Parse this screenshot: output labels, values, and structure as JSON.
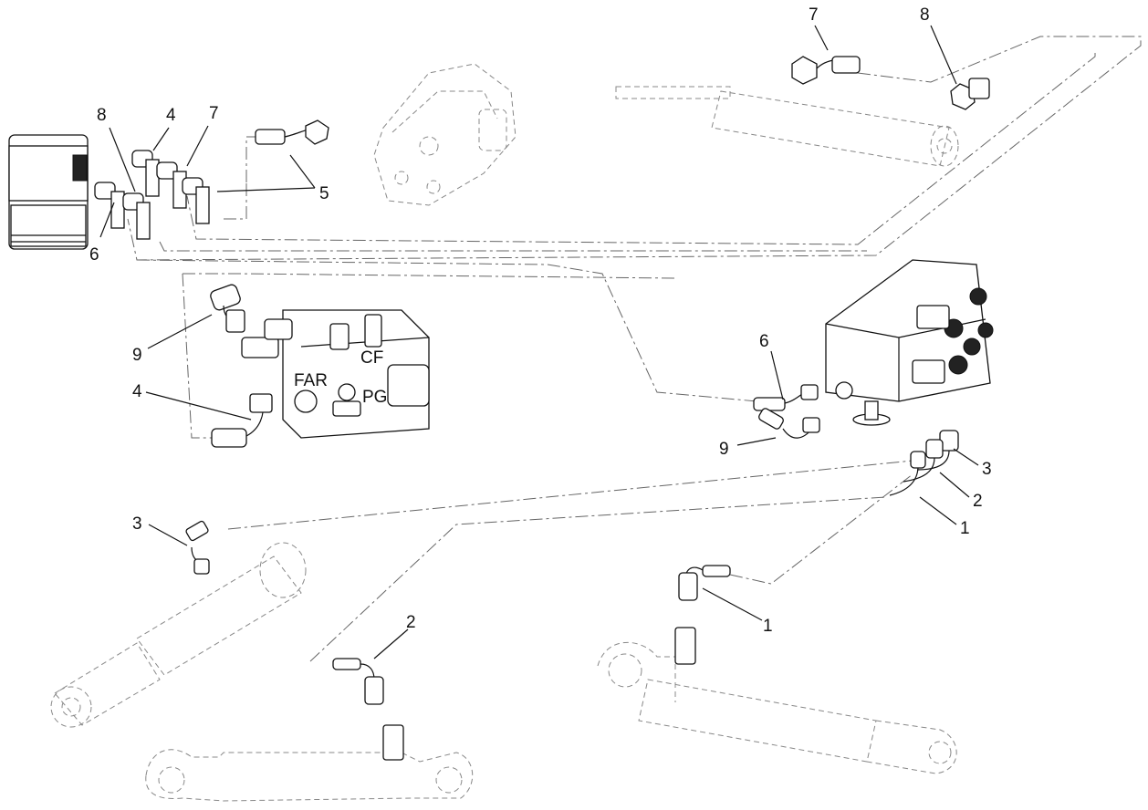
{
  "colors": {
    "line": "#111111",
    "ghost": "#888888",
    "route": "#666666",
    "background": "#ffffff"
  },
  "callouts": {
    "top_right_7": "7",
    "top_right_8": "8",
    "top_left_8": "8",
    "top_left_4": "4",
    "top_left_7": "7",
    "top_left_5": "5",
    "top_left_6": "6",
    "left_9": "9",
    "left_4": "4",
    "mid_right_6": "6",
    "mid_right_9": "9",
    "right_3": "3",
    "right_2": "2",
    "right_1": "1",
    "left_3": "3",
    "bottom_2": "2",
    "bottom_right_1": "1"
  },
  "valve_labels": {
    "far": "FAR",
    "cf": "CF",
    "pg": "PG"
  }
}
